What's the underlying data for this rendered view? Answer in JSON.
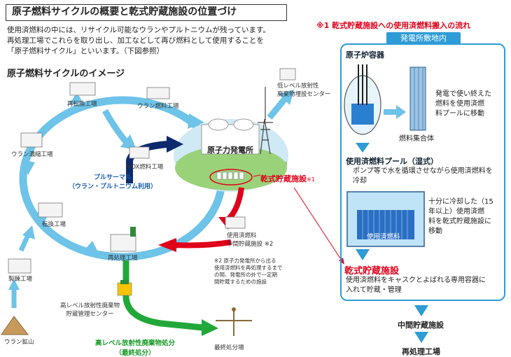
{
  "title": "原子燃料サイクルの概要と乾式貯蔵施設の位置づけ",
  "intro": [
    "使用済燃料の中には、リサイクル可能なウランやプルトニウムが残っています。",
    "再処理工場でこれらを取り出し、加工などして再び燃料として使用することを",
    "「原子燃料サイクル」といいます。（下図参照）"
  ],
  "cycle_heading": "原子燃料サイクルのイメージ",
  "facilities": {
    "reconversion": "再転換工場",
    "uranium_fuel": "ウラン燃料工場",
    "enrichment": "ウラン濃縮工場",
    "mox": "MOX燃料工場",
    "conversion": "転換工場",
    "reprocessing": "再処理工場",
    "refining": "製錬工場",
    "mine": "ウラン鉱山",
    "low_level_1": "低レベル放射性",
    "low_level_2": "廃棄物埋設センター",
    "npp": "原子力発電所",
    "dry_storage": "乾式貯蔵施設",
    "dry_storage_mark": "※1",
    "interim_1": "使用済燃料",
    "interim_2": "中間貯蔵施設 ※2",
    "hlw_center_1": "高レベル放射性廃棄物",
    "hlw_center_2": "貯蔵管理センター",
    "final_site": "最終処分場"
  },
  "pluthermal": [
    "プルサーマル",
    "（ウラン・プルトニウム利用）"
  ],
  "hlw_disposal": [
    "高レベル放射性廃棄物処分",
    "（最終処分）"
  ],
  "note2": [
    "※2  原子力発電所から出る",
    "使用済燃料を再処理するまで",
    "の間、発電所の外で一定期",
    "間貯蔵するための施設"
  ],
  "flow": {
    "heading": "※1  乾式貯蔵施設への使用済燃料搬入の流れ",
    "site_label": "発電所敷地内",
    "reactor_title": "原子炉容器",
    "reactor_desc": [
      "発電で使い終えた",
      "燃料を使用済燃",
      "料プールに移動"
    ],
    "fuel_assembly": "燃料集合体",
    "pool_title": "使用済燃料プール（湿式）",
    "pool_desc": [
      "ポンプ等で水を循環させながら使用済燃料を",
      "冷却"
    ],
    "pool_label": "使用済燃料",
    "pool_side": [
      "十分に冷却した（15",
      "年以上）使用済燃",
      "料を乾式貯蔵施設に",
      "移動"
    ],
    "dry_title": "乾式貯蔵施設",
    "dry_desc": [
      "使用済燃料をキャスクとよばれる専用容器に",
      "入れて貯蔵・管理"
    ],
    "interim_next": "中間貯蔵施設",
    "reprocessing_next": "再処理工場"
  },
  "colors": {
    "cycle_ring": "#6ec3e8",
    "navy_arrow": "#0d2a6e",
    "red_arrow": "#e0001a",
    "green_arrow": "#22a83a",
    "panel_border": "#2e9cd6"
  }
}
